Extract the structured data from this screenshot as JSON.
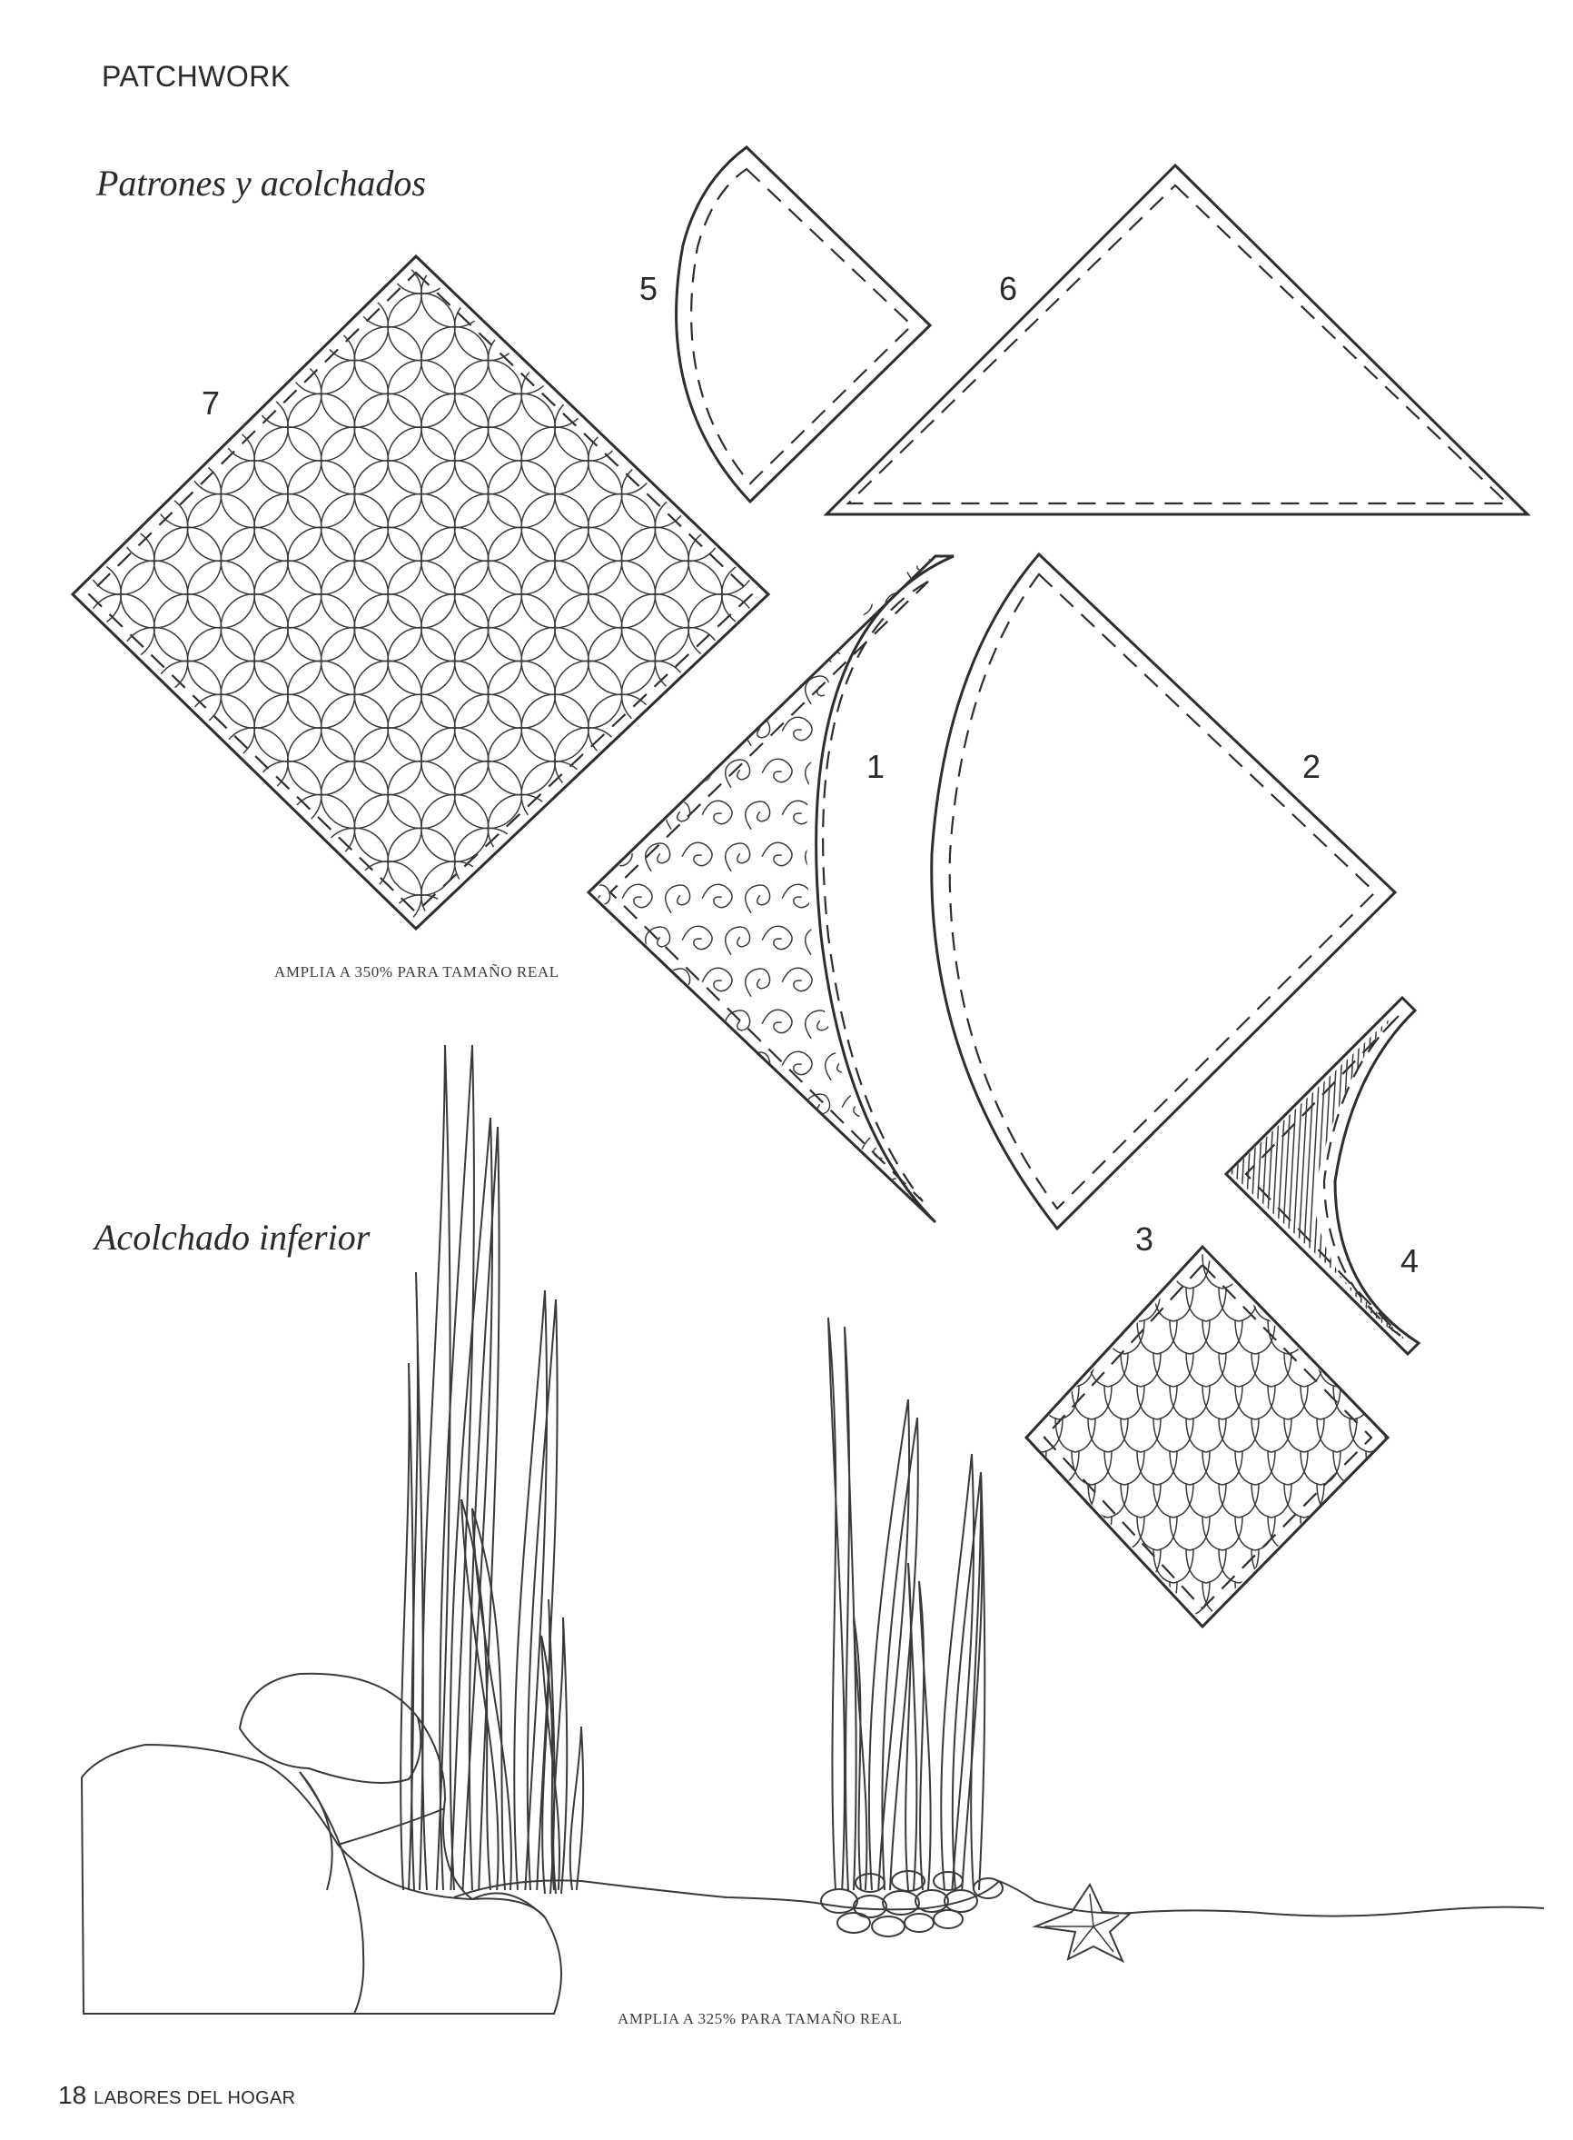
{
  "page": {
    "section_label": "PATCHWORK",
    "heading_patterns": "Patrones y acolchados",
    "heading_bottom": "Acolchado inferior",
    "note_top": "AMPLIA A 350% PARA TAMAÑO REAL",
    "note_bottom": "AMPLIA A 325% PARA TAMAÑO REAL",
    "footer_page": "18",
    "footer_publication": "LABORES DEL HOGAR"
  },
  "pieces": [
    {
      "number": "1",
      "quilting": "swirls"
    },
    {
      "number": "2",
      "quilting": "none"
    },
    {
      "number": "3",
      "quilting": "scallops"
    },
    {
      "number": "4",
      "quilting": "hatching"
    },
    {
      "number": "5",
      "quilting": "none"
    },
    {
      "number": "6",
      "quilting": "none"
    },
    {
      "number": "7",
      "quilting": "overlapping-circles"
    }
  ],
  "illustration": {
    "subject": "seabed-seaweed-rocks-starfish-icon"
  }
}
